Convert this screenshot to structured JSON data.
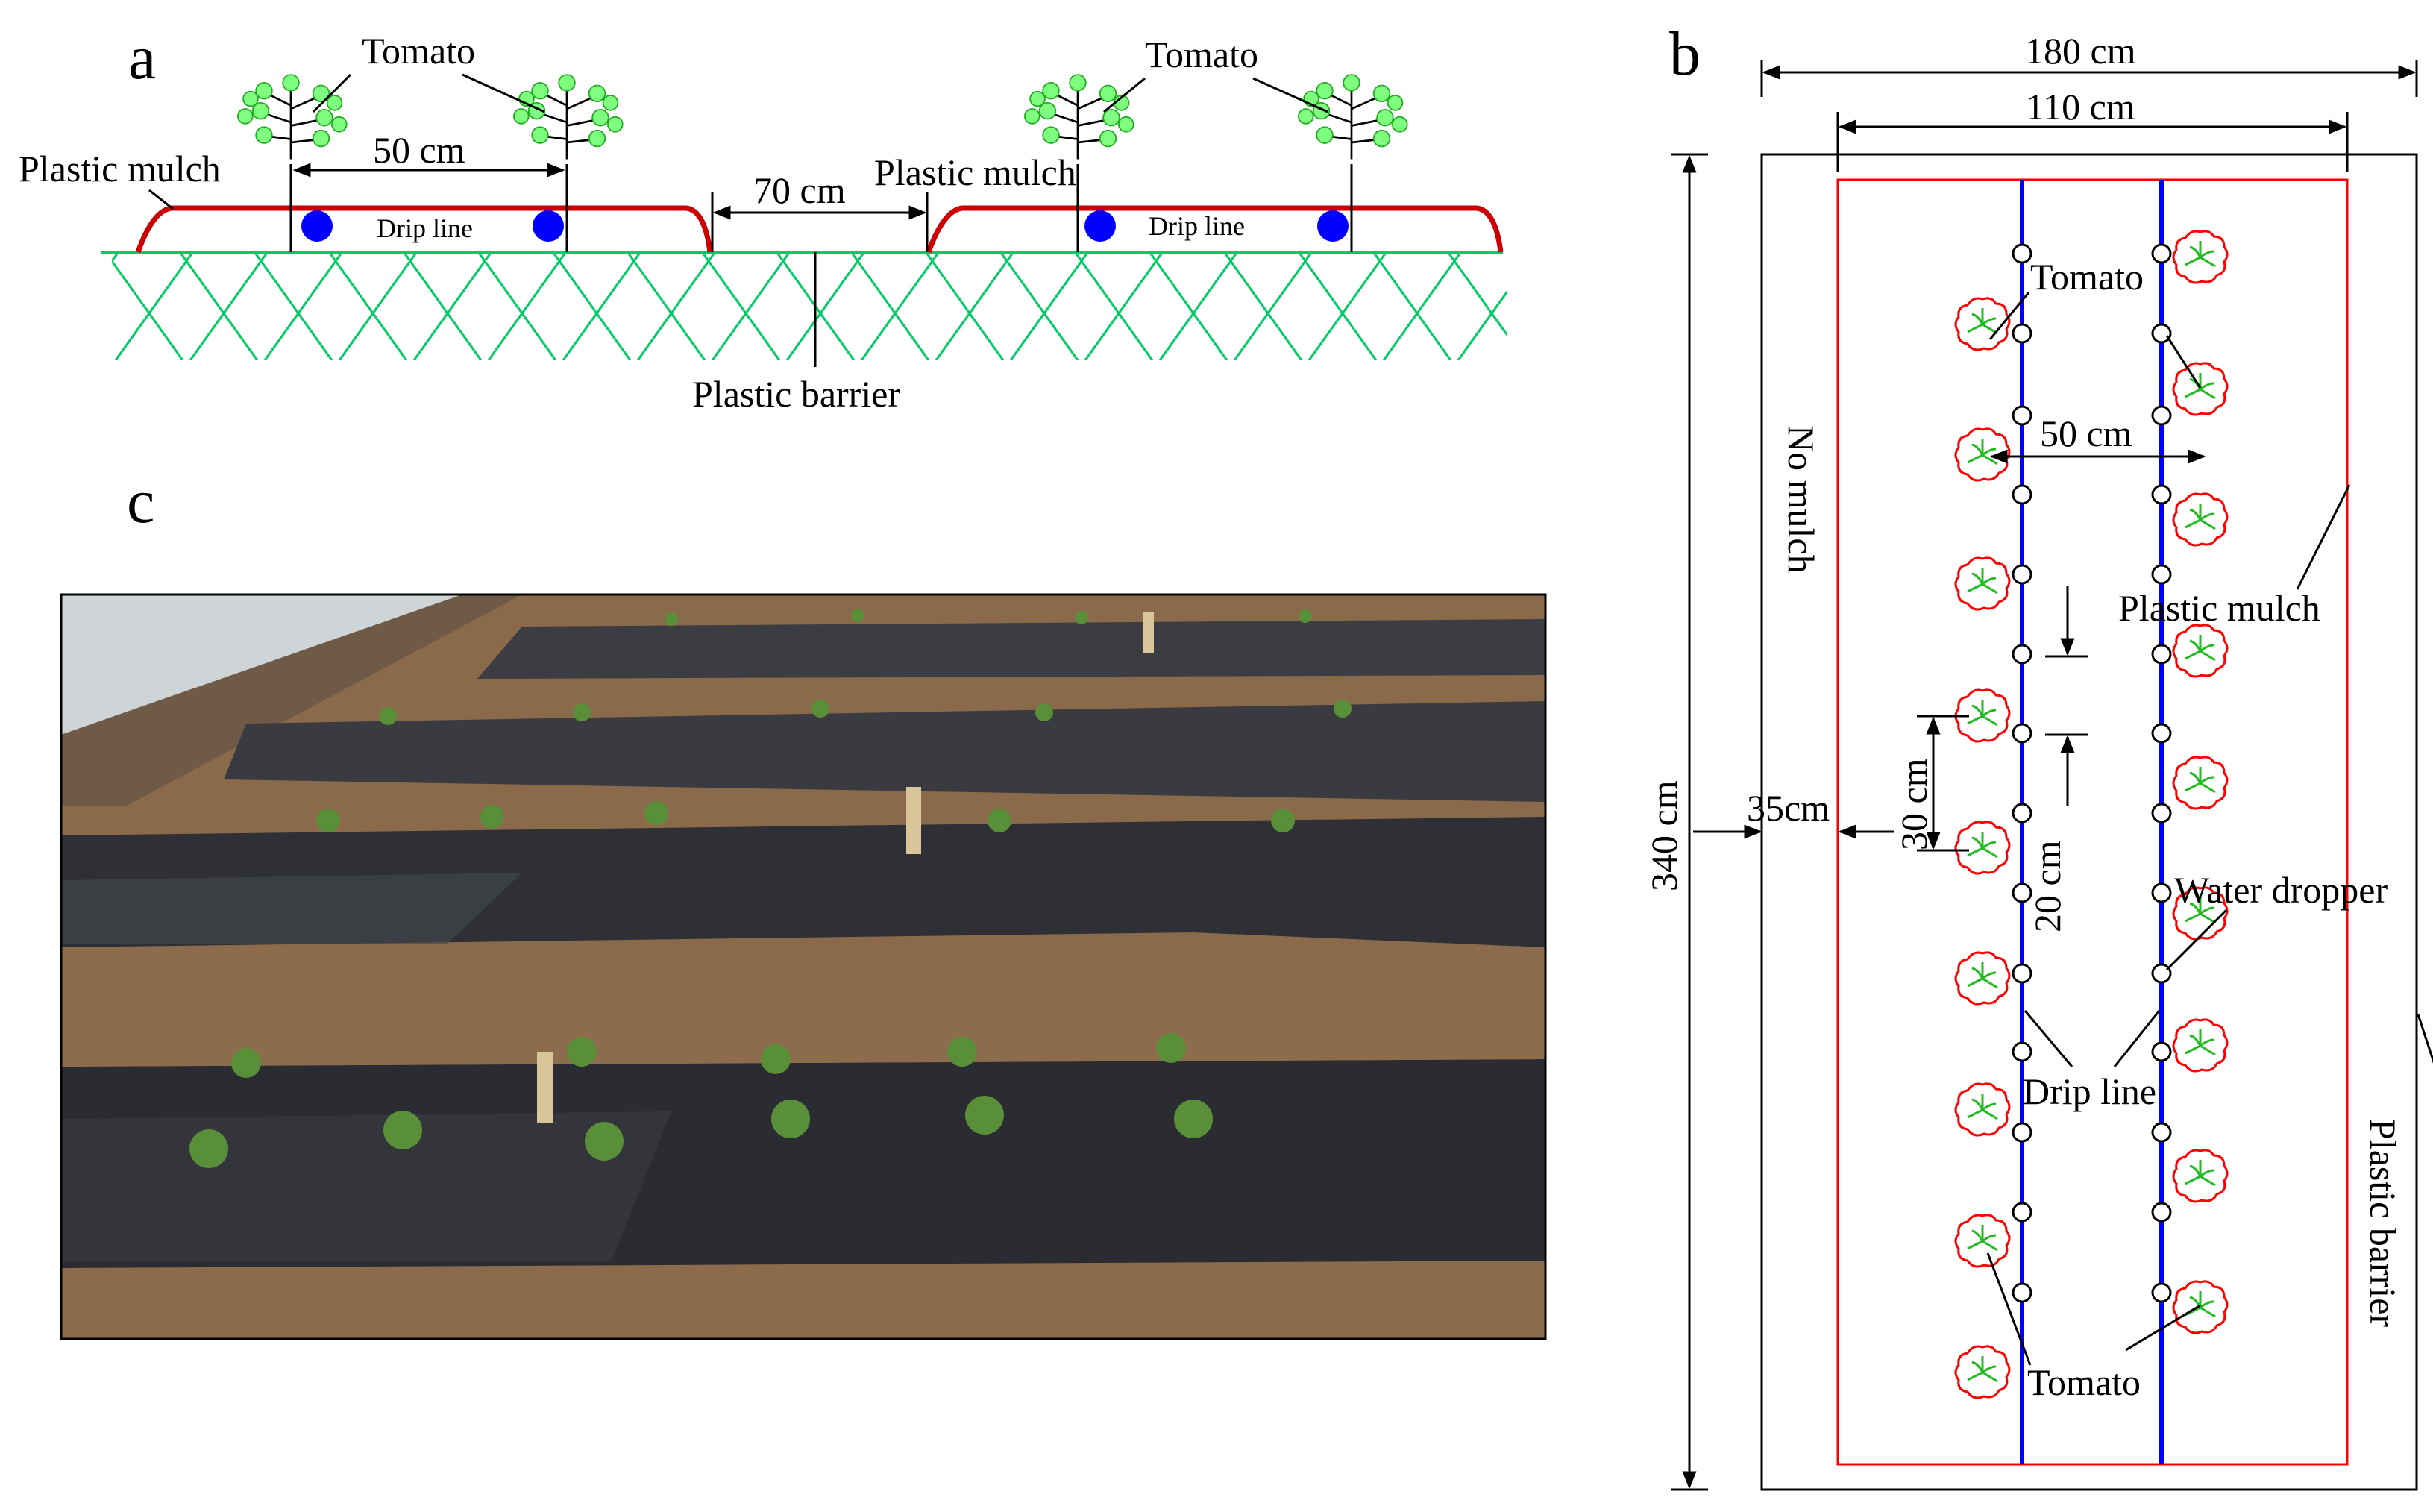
{
  "panel_a": {
    "letter": "a",
    "tomato_label_left": "Tomato",
    "tomato_label_right": "Tomato",
    "plastic_mulch_left": "Plastic mulch",
    "plastic_mulch_right": "Plastic mulch",
    "spacing_50": "50 cm",
    "spacing_70": "70 cm",
    "drip_line_left": "Drip line",
    "drip_line_right": "Drip line",
    "plastic_barrier": "Plastic barrier"
  },
  "panel_b": {
    "letter": "b",
    "dim_180": "180 cm",
    "dim_110": "110 cm",
    "dim_340": "340 cm",
    "dim_35": "35cm",
    "dim_50": "50 cm",
    "dim_30": "30 cm",
    "dim_20": "20 cm",
    "no_mulch": "No  mulch",
    "plastic_mulch": "Plastic mulch",
    "tomato_top": "Tomato",
    "tomato_bottom": "Tomato",
    "water_dropper": "Water dropper",
    "drip_line": "Drip line",
    "plastic_barrier": "Plastic barrier"
  },
  "panel_c": {
    "letter": "c"
  },
  "colors": {
    "mulch": "#cc0000",
    "ground": "#00cc66",
    "drip": "#0000ff",
    "plant": "#22dd22",
    "tomato_outline": "#ff0000",
    "dropper": "#000000"
  }
}
